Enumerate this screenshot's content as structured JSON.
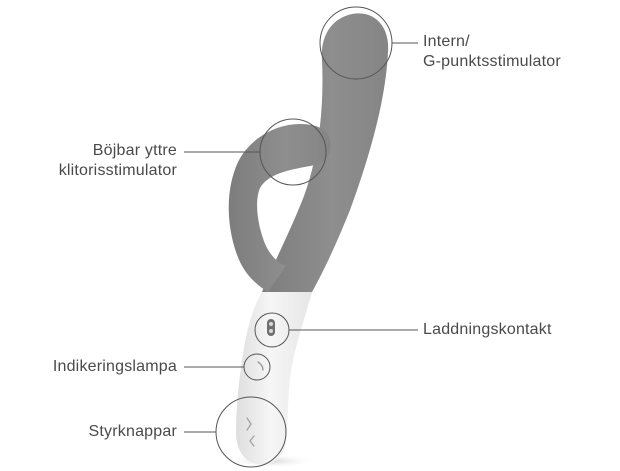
{
  "labels": {
    "internal_stimulator": {
      "line1": "Intern/",
      "line2": "G-punktsstimulator"
    },
    "external_stimulator": {
      "line1": "Böjbar yttre",
      "line2": "klitorisstimulator"
    },
    "charging_port": "Laddningskontakt",
    "indicator_light": "Indikeringslampa",
    "control_buttons": "Styrknappar"
  },
  "colors": {
    "body_gray": "#8a8a8a",
    "handle_white": "#f1f1f1",
    "text": "#4a4a4a",
    "callout_line": "#555555"
  }
}
